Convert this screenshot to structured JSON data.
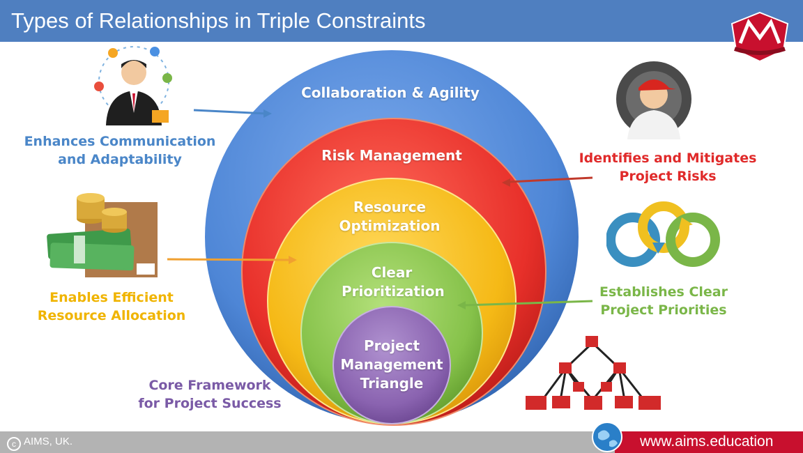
{
  "header": {
    "title": "Types of Relationships in Triple Constraints"
  },
  "rings": [
    {
      "label": "Collaboration & Agility",
      "color": "#4e86d6"
    },
    {
      "label": "Risk Management",
      "color": "#e8302a"
    },
    {
      "label": "Resource Optimization",
      "color": "#f5b916"
    },
    {
      "label": "Clear Prioritization",
      "color": "#86c24a"
    },
    {
      "label": "Project Management Triangle",
      "color": "#8a63b0"
    }
  ],
  "labels": {
    "communication": {
      "line1": "Enhances Communication",
      "line2": "and Adaptability",
      "color": "#4a86c8"
    },
    "risks": {
      "line1": "Identifies and Mitigates",
      "line2": "Project Risks",
      "color": "#e02a2a"
    },
    "resources": {
      "line1": "Enables Efficient",
      "line2": "Resource Allocation",
      "color": "#f0b400"
    },
    "priorities": {
      "line1": "Establishes Clear",
      "line2": "Project Priorities",
      "color": "#7ab648"
    },
    "core": {
      "line1": "Core Framework",
      "line2": "for Project Success",
      "color": "#7a5aa6"
    }
  },
  "footer": {
    "copyright": "AIMS, UK.",
    "url": "www.aims.education"
  },
  "icons": {
    "communication": "customer-support-icon",
    "risks": "engineer-with-gear-icon",
    "resources": "money-and-coins-icon",
    "priorities": "cycle-arrows-icon",
    "core": "network-structure-icon",
    "logo": "aims-crest-logo",
    "globe": "globe-icon"
  }
}
